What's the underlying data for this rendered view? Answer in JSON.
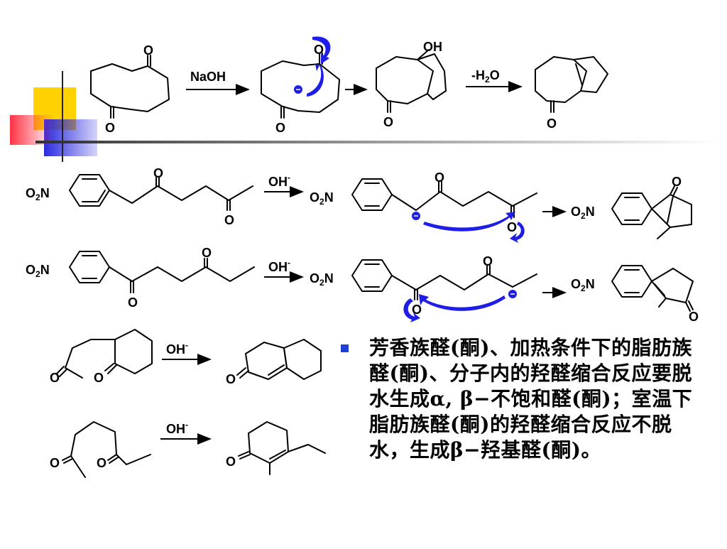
{
  "reagents": {
    "naoh": "NaOH",
    "oh_minus": "OH",
    "minus_sup": "-",
    "dehydrate": "-H",
    "dehydrate_sub": "2",
    "dehydrate_tail": "O"
  },
  "atoms": {
    "O": "O",
    "OH": "OH",
    "nitro": "O",
    "nitro_sub": "2",
    "nitro_N": "N"
  },
  "note": {
    "text": "芳香族醛(酮)、加热条件下的脂肪族醛(酮)、分子内的羟醛缩合反应要脱水生成α, β−不饱和醛(酮)；室温下脂肪族醛(酮)的羟醛缩合反应不脱水，生成β−羟基醛(酮)。"
  },
  "colors": {
    "curved_arrow": "#1e1ee6",
    "bullet": "#1f3fd0",
    "deco_yellow": "#ffd200",
    "deco_red": "#ff3344",
    "deco_blue": "#2a2ae0"
  }
}
